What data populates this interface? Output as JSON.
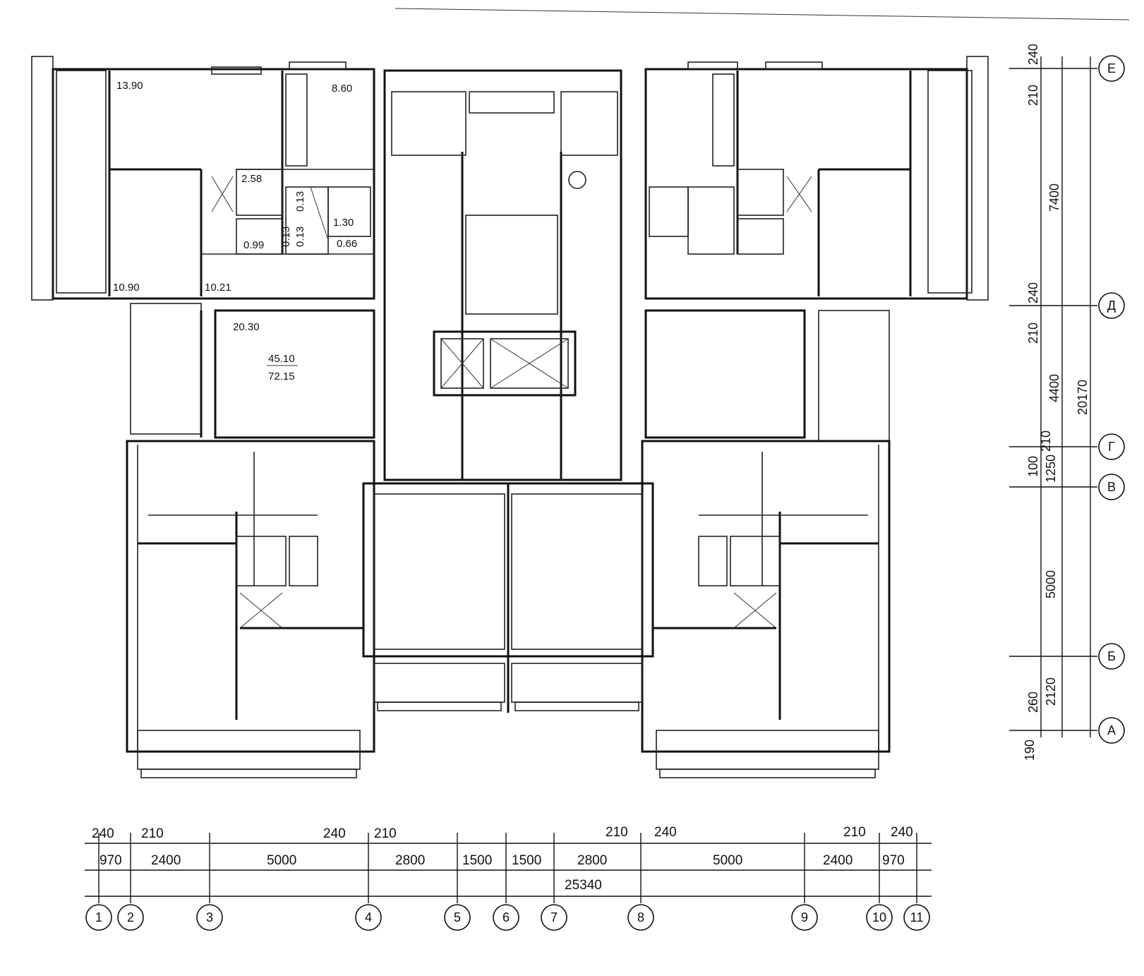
{
  "room_areas": {
    "room_13_90": "13.90",
    "room_8_60": "8.60",
    "room_2_58": "2.58",
    "room_0_13_a": "0.13",
    "room_0_13_b": "0.13",
    "room_0_13_c": "0.13",
    "room_0_99": "0.99",
    "room_1_30": "1.30",
    "room_0_66": "0.66",
    "room_10_90": "10.90",
    "room_10_21": "10.21",
    "room_20_30": "20.30",
    "living_area": "45.10",
    "total_area": "72.15"
  },
  "bottom_dimensions": {
    "wall_top_left": [
      "240",
      "210"
    ],
    "wall_top_mid": [
      "240",
      "210"
    ],
    "wall_top_right1": [
      "210",
      "240"
    ],
    "wall_top_right2": [
      "210",
      "240"
    ],
    "spans": [
      "970",
      "2400",
      "5000",
      "2800",
      "1500",
      "1500",
      "2800",
      "5000",
      "2400",
      "970"
    ],
    "total": "25340"
  },
  "column_axes": [
    "1",
    "2",
    "3",
    "4",
    "5",
    "6",
    "7",
    "8",
    "9",
    "10",
    "11"
  ],
  "right_dimensions": {
    "spans": [
      "240",
      "210",
      "7400",
      "240",
      "210",
      "4400",
      "210",
      "100",
      "1250",
      "5000",
      "2120",
      "260",
      "190"
    ],
    "total": "20170"
  },
  "row_axes": [
    "Е",
    "Д",
    "Г",
    "В",
    "Б",
    "А"
  ]
}
